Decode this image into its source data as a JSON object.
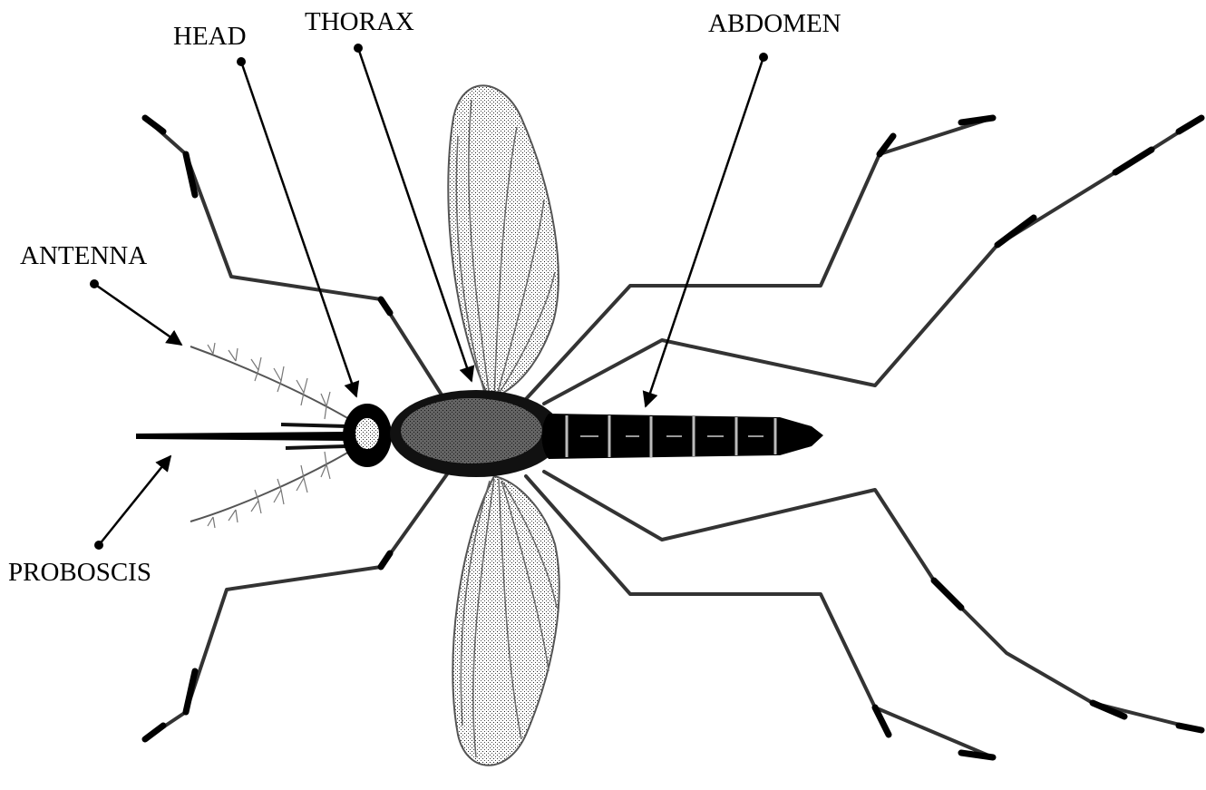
{
  "labels": {
    "head": "HEAD",
    "thorax": "THORAX",
    "abdomen": "ABDOMEN",
    "antenna": "ANTENNA",
    "proboscis": "PROBOSCIS"
  },
  "colors": {
    "background": "#ffffff",
    "ink": "#000000",
    "stipple": "#4a4a4a"
  }
}
